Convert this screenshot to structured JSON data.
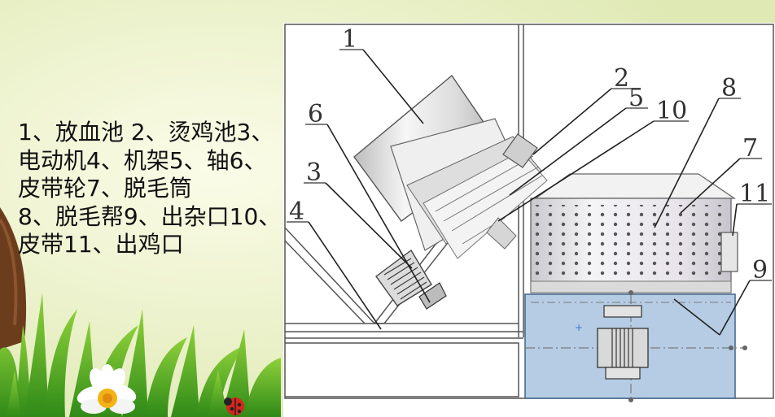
{
  "legend": {
    "line1": "1、放血池 2、烫鸡池3、电动机4、机架5、轴6、皮带轮7、脱毛筒",
    "line2": "8、脱毛帮9、出杂口10、皮带11、出鸡口"
  },
  "callouts": [
    "1",
    "2",
    "3",
    "4",
    "5",
    "6",
    "7",
    "8",
    "9",
    "10",
    "11"
  ],
  "colors": {
    "background": "#e9f0c6",
    "drawing_bg": "#ffffff",
    "blue_box": "#b5cce4",
    "drum": "#e0dfe3"
  },
  "icons": [
    "grass-decoration",
    "flower-decoration",
    "ladybug-decoration",
    "tree-trunk-decoration"
  ]
}
